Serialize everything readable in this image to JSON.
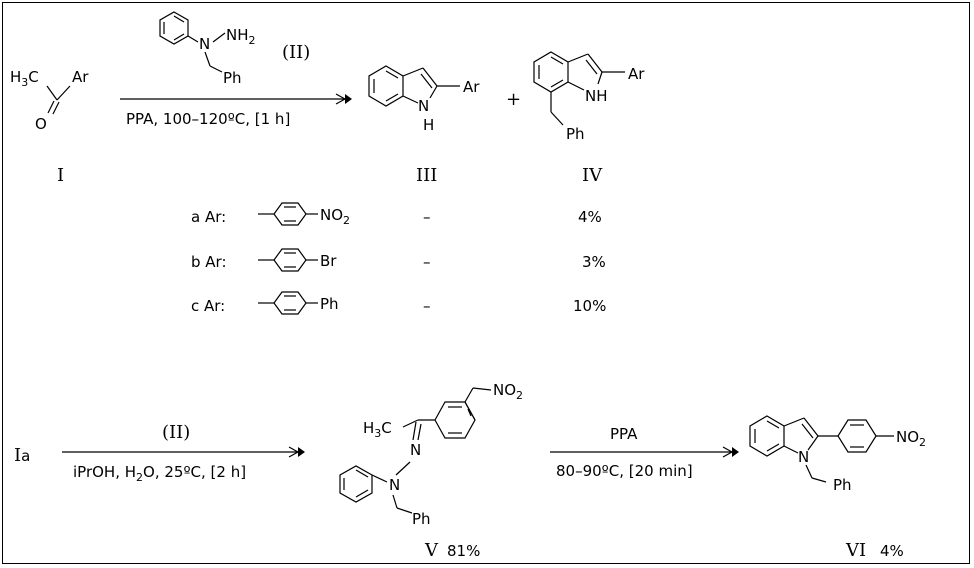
{
  "reaction1": {
    "reactant_label": "I",
    "reactant_me": "H",
    "reactant_me_sub": "3",
    "reactant_me_c": "C",
    "reactant_ar": "Ar",
    "reactant_o": "O",
    "reagent_nh": "N",
    "reagent_nh2": "NH",
    "reagent_nh2_sub": "2",
    "reagent_ph": "Ph",
    "reagent_label": "(II)",
    "conditions": "PPA, 100–120ºC, [1 h]",
    "product3_label": "III",
    "product3_ar": "Ar",
    "product3_n": "N",
    "product3_h": "H",
    "plus": "+",
    "product4_label": "IV",
    "product4_ar": "Ar",
    "product4_nh": "NH",
    "product4_ph": "Ph"
  },
  "substituents": [
    {
      "label": "a Ar:",
      "group": "NO",
      "group_sub": "2",
      "yield3": "–",
      "yield4": "4%"
    },
    {
      "label": "b Ar:",
      "group": "Br",
      "group_sub": "",
      "yield3": "–",
      "yield4": "3%"
    },
    {
      "label": "c Ar:",
      "group": "Ph",
      "group_sub": "",
      "yield3": "–",
      "yield4": "10%"
    }
  ],
  "reaction2": {
    "start_label": "I",
    "start_sub": "a",
    "reagent_label": "(II)",
    "conditions_pre": "iPrOH, H",
    "conditions_sub": "2",
    "conditions_post": "O,  25ºC, [2 h]",
    "hydrazone_h3c": "H",
    "hydrazone_h3c_sub": "3",
    "hydrazone_c": "C",
    "hydrazone_n1": "N",
    "hydrazone_n2": "N",
    "hydrazone_ph": "Ph",
    "hydrazone_no2": "NO",
    "hydrazone_no2_sub": "2",
    "product5_label": "V",
    "product5_yield": "81%",
    "step2_reagent": "PPA",
    "step2_conditions": "80–90ºC, [20 min]",
    "product6_n": "N",
    "product6_ph": "Ph",
    "product6_no2": "NO",
    "product6_no2_sub": "2",
    "product6_label": "VI",
    "product6_yield": "4%"
  }
}
